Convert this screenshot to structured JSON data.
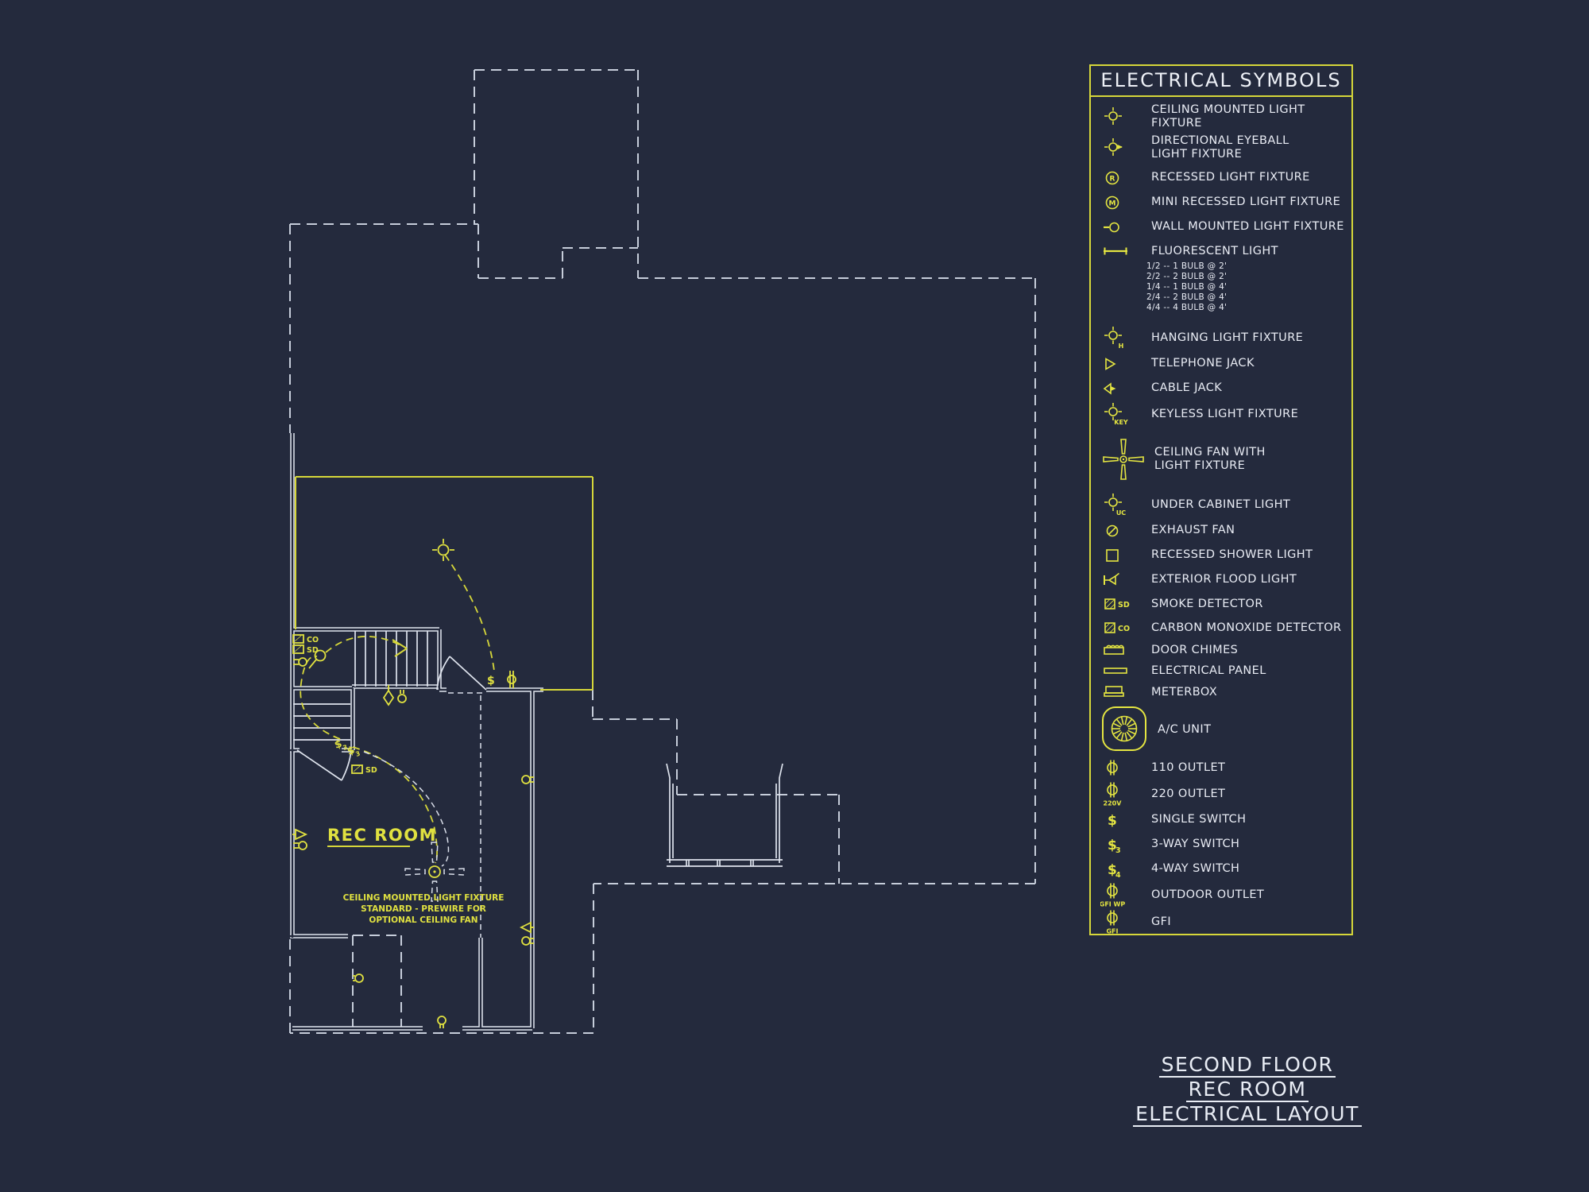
{
  "colors": {
    "background": "#242a3d",
    "line_white": "#dfe4ee",
    "accent_yellow": "#d6d73a",
    "dashed_gray": "#c6cdda"
  },
  "legend": {
    "title": "ELECTRICAL SYMBOLS",
    "items": [
      {
        "name": "ceiling-light",
        "kind": "rays",
        "label": "CEILING MOUNTED LIGHT FIXTURE"
      },
      {
        "name": "eyeball-light",
        "kind": "rays",
        "arrow": true,
        "label": "DIRECTIONAL EYEBALL\nLIGHT FIXTURE"
      },
      {
        "name": "recessed-light",
        "kind": "letter",
        "text": "R",
        "label": "RECESSED LIGHT FIXTURE"
      },
      {
        "name": "mini-recessed-light",
        "kind": "letter",
        "text": "M",
        "label": "MINI RECESSED LIGHT FIXTURE"
      },
      {
        "name": "wall-light",
        "kind": "wall",
        "label": "WALL MOUNTED LIGHT FIXTURE"
      },
      {
        "name": "fluorescent-light",
        "kind": "fluor",
        "label": "FLUORESCENT LIGHT",
        "sub": [
          "1/2 -- 1 BULB @ 2'",
          "2/2 -- 2 BULB @ 2'",
          "1/4 -- 1 BULB @ 4'",
          "2/4 -- 2 BULB @ 4'",
          "4/4 -- 4 BULB @ 4'"
        ]
      },
      {
        "name": "hanging-light",
        "kind": "rays",
        "tag": "H",
        "label": "HANGING LIGHT FIXTURE"
      },
      {
        "name": "telephone-jack",
        "kind": "tri",
        "label": "TELEPHONE JACK"
      },
      {
        "name": "cable-jack",
        "kind": "cable",
        "label": "CABLE JACK"
      },
      {
        "name": "keyless-light",
        "kind": "rays",
        "tag": "KEY",
        "label": "KEYLESS LIGHT FIXTURE"
      },
      {
        "name": "ceiling-fan",
        "kind": "fan",
        "label": "CEILING FAN WITH\nLIGHT FIXTURE"
      },
      {
        "name": "under-cabinet-light",
        "kind": "rays",
        "tag": "UC",
        "label": "UNDER CABINET LIGHT"
      },
      {
        "name": "exhaust-fan",
        "kind": "slash",
        "label": "EXHAUST FAN"
      },
      {
        "name": "shower-light",
        "kind": "square",
        "label": "RECESSED SHOWER LIGHT"
      },
      {
        "name": "flood-light",
        "kind": "flood",
        "label": "EXTERIOR FLOOD LIGHT"
      },
      {
        "name": "smoke-detector",
        "kind": "det",
        "text": "SD",
        "label": "SMOKE DETECTOR"
      },
      {
        "name": "co-detector",
        "kind": "det",
        "text": "CO",
        "label": "CARBON MONOXIDE DETECTOR"
      },
      {
        "name": "door-chimes",
        "kind": "chimes",
        "label": "DOOR CHIMES"
      },
      {
        "name": "electrical-panel",
        "kind": "panel",
        "label": "ELECTRICAL PANEL"
      },
      {
        "name": "meterbox",
        "kind": "meter",
        "label": "METERBOX"
      },
      {
        "name": "ac-unit",
        "kind": "ac",
        "label": "A/C UNIT"
      },
      {
        "name": "outlet-110",
        "kind": "outlet",
        "label": "110 OUTLET"
      },
      {
        "name": "outlet-220",
        "kind": "outlet",
        "tag": "220V",
        "label": "220 OUTLET"
      },
      {
        "name": "switch-single",
        "kind": "switch",
        "text": "$",
        "label": "SINGLE SWITCH"
      },
      {
        "name": "switch-3way",
        "kind": "switch",
        "text": "$",
        "sub": "3",
        "label": "3-WAY SWITCH"
      },
      {
        "name": "switch-4way",
        "kind": "switch",
        "text": "$",
        "sub": "4",
        "label": "4-WAY SWITCH"
      },
      {
        "name": "outdoor-outlet",
        "kind": "outlet",
        "tag": "GFI WP",
        "label": "OUTDOOR OUTLET"
      },
      {
        "name": "gfi-outlet",
        "kind": "outlet",
        "tag": "GFI",
        "label": "GFI"
      }
    ]
  },
  "plan": {
    "room_label": "REC ROOM",
    "annotation": [
      "CEILING MOUNTED LIGHT FIXTURE",
      "STANDARD - PREWIRE FOR",
      "OPTIONAL CEILING FAN"
    ],
    "labels": {
      "sd": "SD",
      "co": "CO"
    },
    "symbols": {
      "dollar": "$",
      "three": "3"
    }
  },
  "title_block": {
    "lines": [
      "SECOND FLOOR",
      "REC ROOM",
      "ELECTRICAL LAYOUT"
    ]
  }
}
